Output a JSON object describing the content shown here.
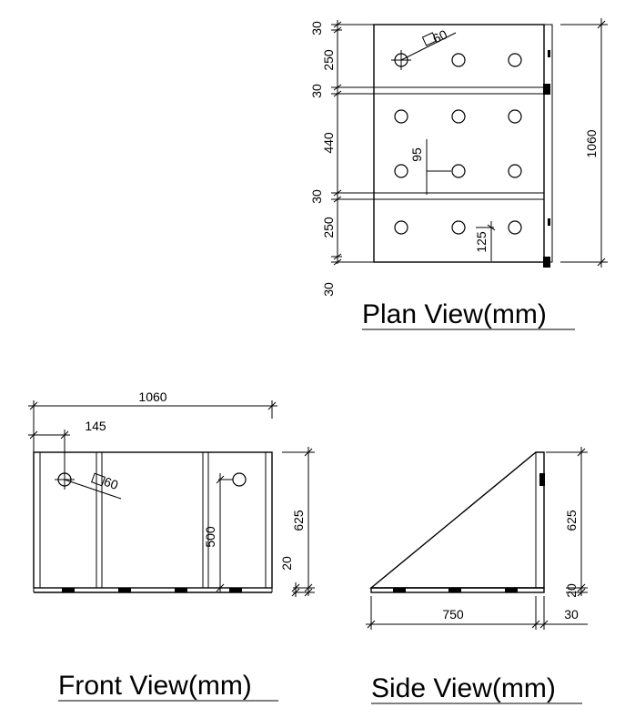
{
  "plan_view": {
    "title": "Plan View(mm)",
    "dims_left": [
      "30",
      "250",
      "30",
      "440",
      "30",
      "250",
      "30"
    ],
    "dim_total": "1060",
    "dim_diameter": "60",
    "dim_hole_spacing": "95",
    "dim_edge_distance": "125"
  },
  "front_view": {
    "title": "Front View(mm)",
    "dim_width": "1060",
    "dim_hole_offset": "145",
    "dim_diameter": "60",
    "dim_inner_height": "500",
    "dim_height": "625",
    "dim_base": "20"
  },
  "side_view": {
    "title": "Side View(mm)",
    "dim_height": "625",
    "dim_base": "20",
    "dim_length": "750",
    "dim_plate": "30"
  }
}
